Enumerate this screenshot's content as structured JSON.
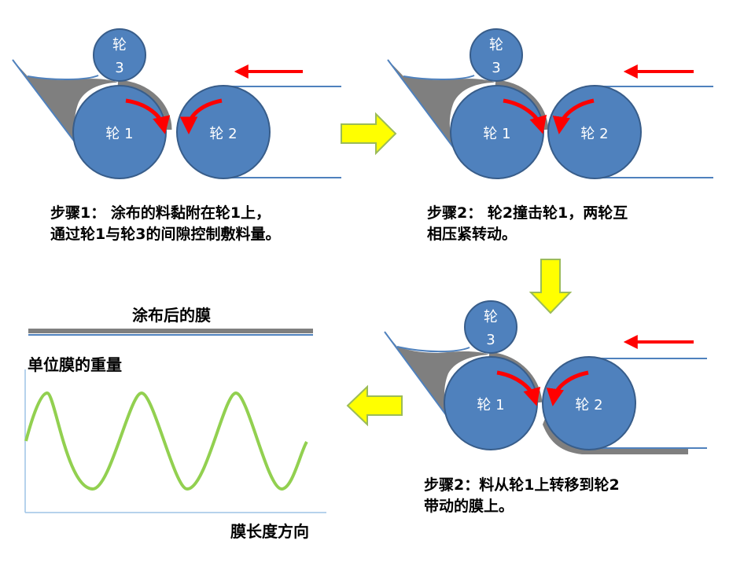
{
  "wheels": {
    "wheel1": "轮 1",
    "wheel2": "轮 2",
    "wheel3_line1": "轮",
    "wheel3_line2": "3"
  },
  "captions": {
    "step1_line1": "步骤1： 涂布的料黏附在轮1上，",
    "step1_line2": "通过轮1与轮3的间隙控制敷料量。",
    "step2a_line1": "步骤2： 轮2撞击轮1，两轮互",
    "step2a_line2": "相压紧转动。",
    "step2b_line1": "步骤2：料从轮1上转移到轮2",
    "step2b_line2": "带动的膜上。"
  },
  "film_panel": {
    "title": "涂布后的膜",
    "y_axis_label": "单位膜的重量",
    "x_axis_label": "膜长度方向"
  },
  "colors": {
    "wheel_fill": "#4f81bd",
    "wheel_stroke": "#385d8a",
    "coating": "#7f7f7f",
    "rotation_arrow": "#ff0000",
    "film_line": "#4f81bd",
    "flow_arrow_fill": "#ffff00",
    "flow_arrow_stroke": "#9bbb59",
    "wave": "#92d050",
    "axis": "#9dc3e6"
  }
}
